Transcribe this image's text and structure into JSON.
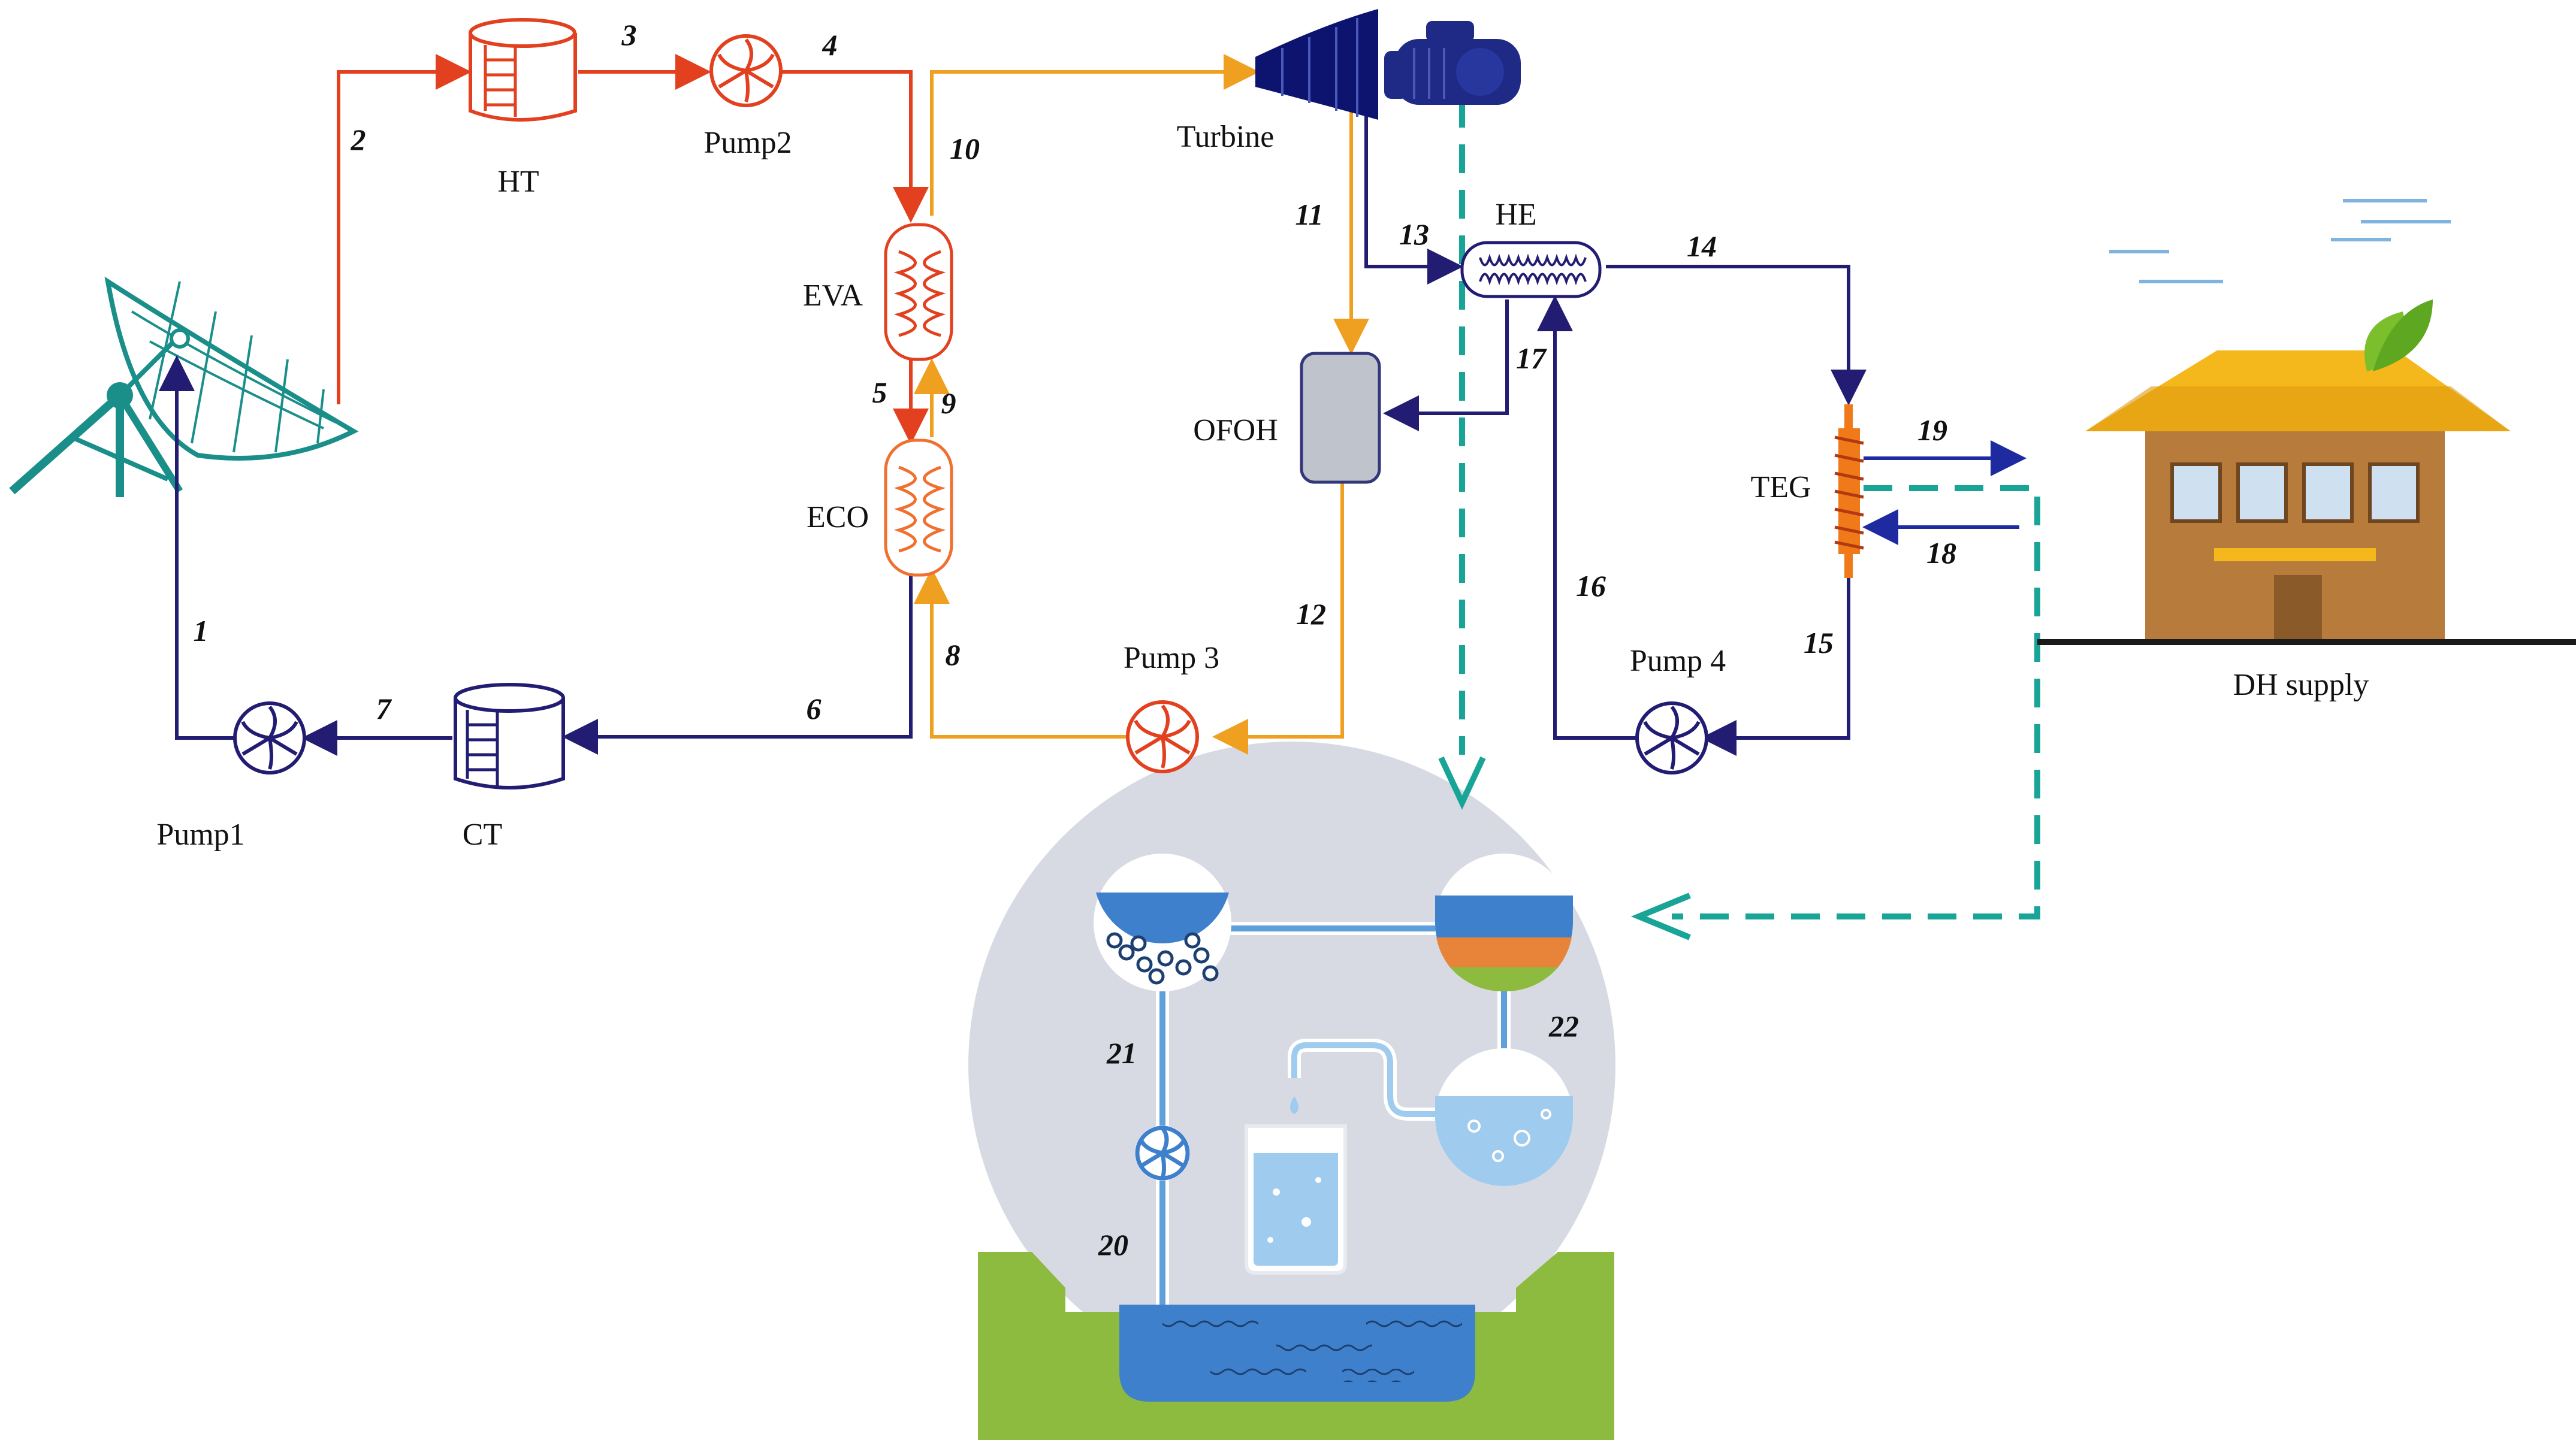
{
  "components": {
    "ht": "HT",
    "pump2": "Pump2",
    "turbine": "Turbine",
    "he": "HE",
    "eva": "EVA",
    "eco": "ECO",
    "ofoh": "OFOH",
    "teg": "TEG",
    "pump3": "Pump 3",
    "pump4": "Pump 4",
    "pump1": "Pump1",
    "ct": "CT",
    "dh_supply": "DH supply"
  },
  "streams": {
    "s1": "1",
    "s2": "2",
    "s3": "3",
    "s4": "4",
    "s5": "5",
    "s6": "6",
    "s7": "7",
    "s8": "8",
    "s9": "9",
    "s10": "10",
    "s11": "11",
    "s12": "12",
    "s13": "13",
    "s14": "14",
    "s15": "15",
    "s16": "16",
    "s17": "17",
    "s18": "18",
    "s19": "19",
    "s20": "20",
    "s21": "21",
    "s22": "22"
  },
  "colors": {
    "hot_loop": "#e2401e",
    "cold_loop": "#221c72",
    "orc_loop": "#f0a020",
    "power_link": "#18a597",
    "water": "#3f80cc",
    "ground": "#8dbb3f",
    "vessel": "#d7dae3",
    "house_wall": "#b77b3c",
    "house_roof": "#f4b81c"
  }
}
